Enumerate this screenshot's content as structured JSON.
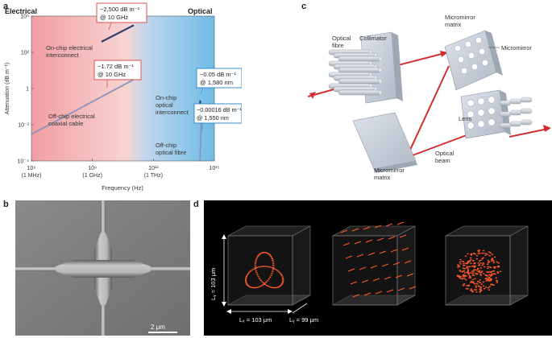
{
  "panels": {
    "a": "a",
    "b": "b",
    "c": "c",
    "d": "d"
  },
  "panel_a": {
    "region_left": "Electrical",
    "region_right": "Optical",
    "colors": {
      "electrical": "#f4a5a8",
      "optical": "#73bde6",
      "line": "#2f3f6e",
      "callout_red": "#d9534f",
      "callout_blue": "#3a8dc7"
    },
    "chart_data": {
      "type": "scatter",
      "xlabel": "Frequency (Hz)",
      "ylabel": "Attenuation (dB m⁻¹)",
      "x_scale": "log",
      "y_scale": "log",
      "xlim": [
        1000000.0,
        1000000000000000.0
      ],
      "ylim": [
        0.0001,
        10000.0
      ],
      "x_ticks": [
        {
          "value": "10⁶",
          "sub": "(1 MHz)"
        },
        {
          "value": "10⁹",
          "sub": "(1 GHz)"
        },
        {
          "value": "10¹²",
          "sub": "(1 THz)"
        },
        {
          "value": "10¹⁵",
          "sub": ""
        }
      ],
      "y_ticks": [
        "10⁴",
        "10²",
        "1",
        "10⁻²",
        "10⁻⁴"
      ],
      "series": [
        {
          "label": "On-chip electrical interconnect",
          "x": [
            3000000000.0,
            100000000000.0
          ],
          "y": [
            400,
            3000
          ]
        },
        {
          "label": "Off-chip electrical coaxial cable",
          "x": [
            1000000.0,
            100000000000.0
          ],
          "y": [
            0.003,
            3
          ]
        },
        {
          "label": "On-chip optical interconnect",
          "x": [
            200000000000000.0,
            198000000000000.0
          ],
          "y": [
            0.2,
            0.02
          ]
        },
        {
          "label": "Off-chip optical fibre",
          "x": [
            195000000000000.0,
            230000000000000.0
          ],
          "y": [
            0.0001,
            0.03
          ]
        }
      ],
      "annotations": [
        {
          "line1": "~2,500 dB m⁻¹",
          "line2": "@ 10 GHz"
        },
        {
          "line1": "~1.72 dB m⁻¹",
          "line2": "@ 10 GHz"
        },
        {
          "line1": "~0.05 dB m⁻¹",
          "line2": "@ 1,580 nm"
        },
        {
          "line1": "~0.00016 dB m⁻¹",
          "line2": "@ 1,550 nm"
        }
      ]
    }
  },
  "panel_c": {
    "labels": {
      "optical_fibre_1": "Optical",
      "optical_fibre_2": "fibre",
      "collimator": "Collimator",
      "micromirror_matrix_top_1": "Micromirror",
      "micromirror_matrix_top_2": "matrix",
      "micromirror": "Micromirror",
      "lens": "Lens",
      "micromirror_matrix_bottom_1": "Micromirror",
      "micromirror_matrix_bottom_2": "matrix",
      "optical_beam_1": "Optical",
      "optical_beam_2": "beam"
    }
  },
  "panel_b": {
    "scale_bar": "2 μm"
  },
  "panel_d": {
    "ly": "Lᵧ = 103 μm",
    "lx": "Lₓ = 103 μm",
    "lz": "Lᵧ = 99 μm"
  }
}
